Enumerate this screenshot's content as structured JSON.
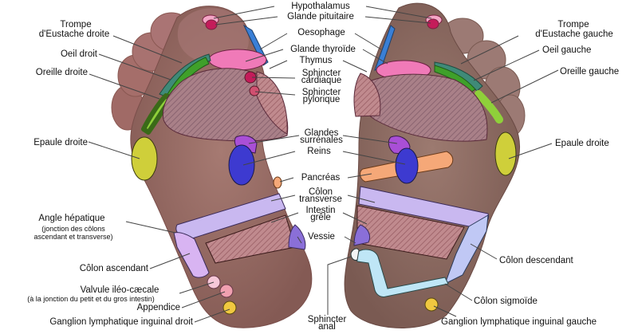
{
  "diagram": {
    "title": "Foot reflexology map",
    "colors": {
      "skin": "#9a6e66",
      "skin_dark": "#7d5650",
      "outline": "#5a2a2a",
      "pink": "#f07ab8",
      "magenta": "#c41c5a",
      "blue_esophagus": "#3a7fd6",
      "teal": "#2f8f7a",
      "green": "#4aa82a",
      "lime": "#8fd03a",
      "yellow": "#cfcf3a",
      "purple": "#a94fd6",
      "kidney_blue": "#3d3ad0",
      "pancreas": "#f5a878",
      "lavender": "#c9b8f0",
      "light_purple": "#d8b4f2",
      "bladder": "#8a6fd8",
      "sigmoid": "#bfe6f6",
      "ileo": "#f6c8d8",
      "appendix": "#f0a0b0",
      "lymph": "#f0c840",
      "hatch": "#a07a88"
    },
    "labels": {
      "hypothalamus": "Hypothalamus",
      "glande_pituitaire": "Glande pituitaire",
      "oesophage": "Oesophage",
      "glande_thyroide": "Glande thyroïde",
      "thymus": "Thymus",
      "sphincter_cardiaque_1": "Sphincter",
      "sphincter_cardiaque_2": "cardiaque",
      "sphincter_pylorique_1": "Sphincter",
      "sphincter_pylorique_2": "pylorique",
      "glandes_surrenales_1": "Glandes",
      "glandes_surrenales_2": "surrénales",
      "reins": "Reins",
      "pancreas": "Pancréas",
      "colon_transverse_1": "Côlon",
      "colon_transverse_2": "transverse",
      "intestin_grele_1": "Intestin",
      "intestin_grele_2": "grêle",
      "vessie": "Vessie",
      "sphincter_anal_1": "Sphincter",
      "sphincter_anal_2": "anal",
      "trompe_droite_1": "Trompe",
      "trompe_droite_2": "d'Eustache droite",
      "oeil_droit": "Oeil droit",
      "oreille_droite": "Oreille droite",
      "epaule_droite_left": "Epaule droite",
      "angle_hepatique": "Angle hépatique",
      "angle_hepatique_note_1": "(jonction des côlons",
      "angle_hepatique_note_2": "ascendant et transverse)",
      "colon_ascendant": "Côlon ascendant",
      "valvule_1": "Valvule iléo-cæcale",
      "valvule_2": "(à la jonction du petit et du gros intestin)",
      "appendice": "Appendice",
      "ganglion_droit": "Ganglion lymphatique inguinal droit",
      "trompe_gauche_1": "Trompe",
      "trompe_gauche_2": "d'Eustache gauche",
      "oeil_gauche": "Oeil gauche",
      "oreille_gauche": "Oreille gauche",
      "epaule_droite_right": "Epaule droite",
      "colon_descendant": "Côlon descendant",
      "colon_sigmoide": "Côlon sigmoïde",
      "ganglion_gauche": "Ganglion lymphatique inguinal gauche"
    }
  }
}
